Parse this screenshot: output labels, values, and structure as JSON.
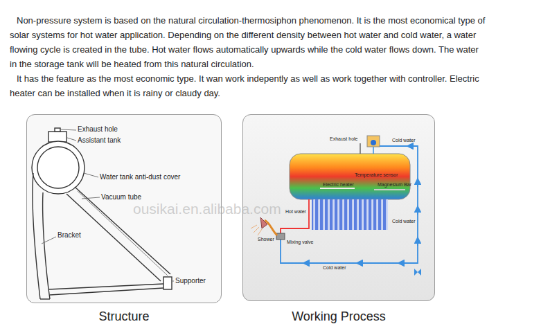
{
  "diagram": {
    "nodes": [
      {
        "text": [
          "Structure"
        ]
      },
      {
        "text": [
          "Working Process"
        ]
      }
    ],
    "labels": [
      "Non-pressure system is based on the natural circulation-thermosiphon phenomenon. It is the most economical type of solar systems for hot water application. Depending on the different density between hot water and cold water, a water flowing cycle is created in the tube. Hot water flows automatically upwards while the cold water flows down. The water in the storage tank will be heated from this natural circulation.",
      "It has the feature as the most economic type. It wan work indepently as well as work together with controller. Electric heater can be installed when it is rainy or claudy day.",
      "Exhaust hole",
      "Assistant tank",
      "Water tank anti-dust cover",
      "Vacuum tube",
      "Bracket",
      "Supporter",
      "Exhaust hole",
      "Cold water",
      "Temperature sensor",
      "Electric heater",
      "Magnesium Bar",
      "Hot water",
      "Shower",
      "Mixing valve",
      "Cold water",
      "Cold water",
      "ousikai.en.alibaba.com"
    ]
  }
}
